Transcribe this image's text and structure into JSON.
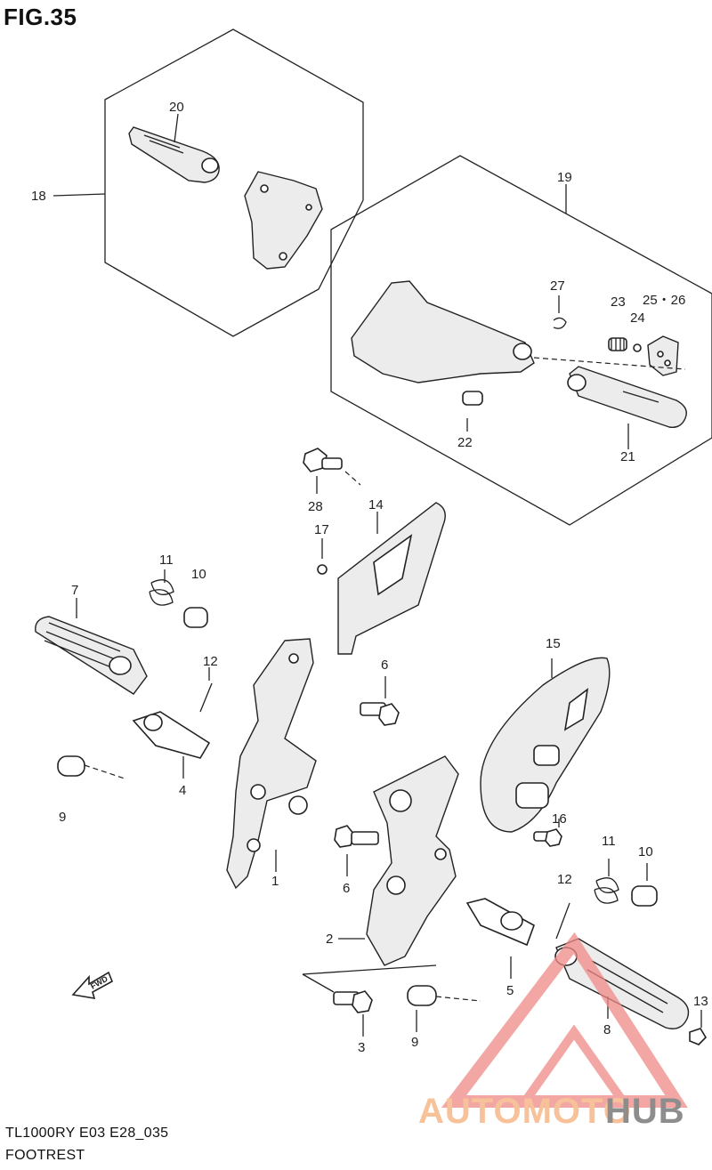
{
  "figure": {
    "title": "FIG.35"
  },
  "footer": {
    "model": "TL1000RY E03 E28_035",
    "section": "FOOTREST"
  },
  "fwd_label": "FWD",
  "watermark": {
    "part1": "AUTOMOTO",
    "part2": "HUB",
    "logo_color": "#f08a86",
    "text_color_1": "#f7b98b",
    "text_color_2": "#7f7f7f"
  },
  "callouts": [
    "1",
    "2",
    "3",
    "4",
    "5",
    "6",
    "6",
    "7",
    "8",
    "9",
    "9",
    "10",
    "10",
    "11",
    "11",
    "12",
    "12",
    "13",
    "14",
    "15",
    "16",
    "17",
    "18",
    "19",
    "20",
    "21",
    "22",
    "23",
    "24",
    "25・26",
    "27",
    "28"
  ]
}
